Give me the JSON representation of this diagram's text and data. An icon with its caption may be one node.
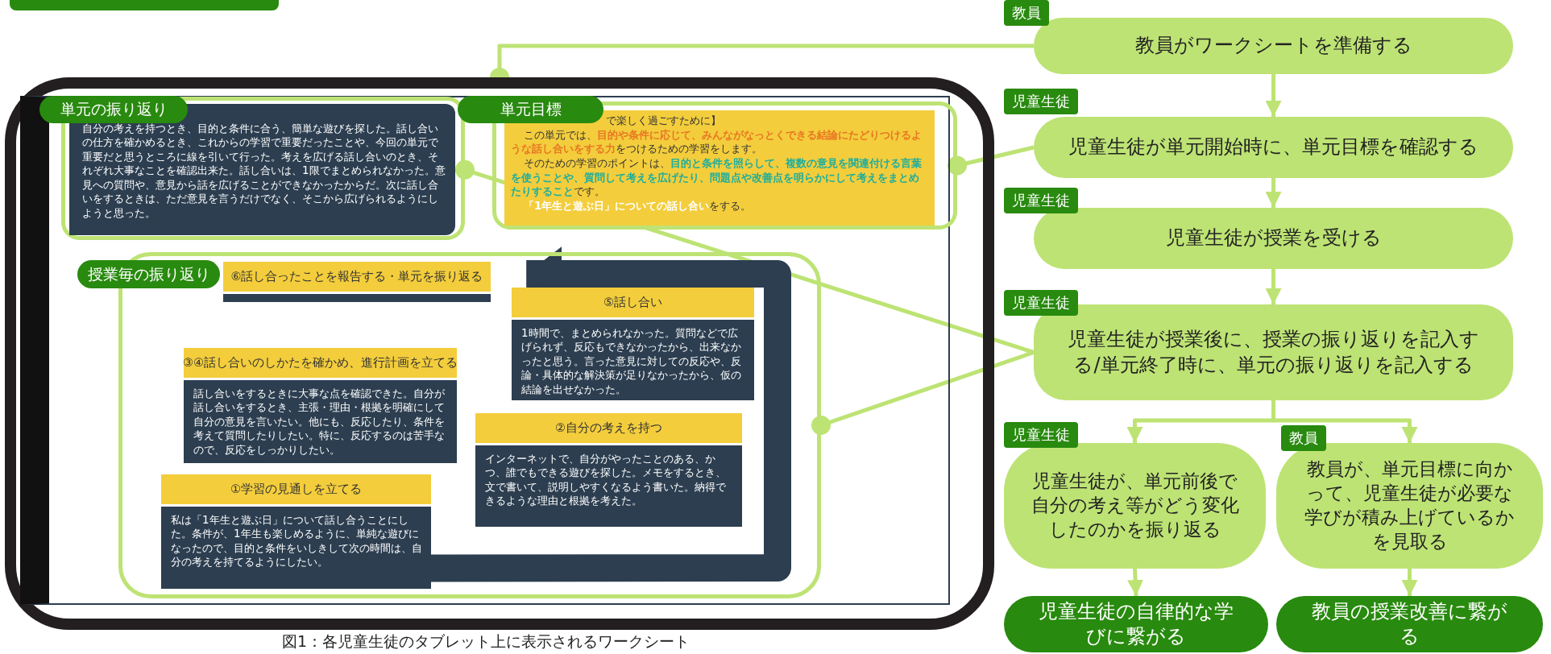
{
  "diagram": {
    "caption": "図1：各児童生徒のタブレット上に表示されるワークシート",
    "nodes": [
      {
        "text": [],
        "shape": "box"
      },
      {
        "text": [
          "単元の振り返り",
          "自分の考えを持つとき、目的と条件に合う、簡単な遊びを探した。話し合いの仕方を確かめるとき、これからの学習で重要だったことや、今回の単元で重要だと思うところに線を引いて行った。考えを広げる話し合いのとき、それぞれ大事なことを確認出来た。話し合いは、1限でまとめられなかった。意見への質問や、意見から話を広げることができなかったからだ。次に話し合いをするときは、ただ意見を言うだけでなく、そこから広げられるようにしようと思った。"
        ],
        "in": 0
      },
      {
        "text": [
          "単元目標",
          "で楽しく過ごすために】",
          "この単元では、**目的や条件に応じて、みんながなっとくできる結論にたどりつけるような話し合いをする力**をつけるための学習をします。",
          "そのための学習のポイントは、**目的と条件を照らして、複数の意見を関連付ける言葉を使うことや、質問して考えを広げたり、問題点や改善点を明らかにして考えをまとめたりすること**です。",
          "**「1年生と遊ぶ日」についての話し合い**をする。"
        ],
        "in": 0
      },
      {
        "text": [
          "授業毎の振り返り"
        ],
        "in": 0
      },
      {
        "text": [
          "⑥話し合ったことを報告する・単元を振り返る"
        ],
        "in": 3
      },
      {
        "text": [
          "⑤話し合い",
          "1時間で、まとめられなかった。質問などで広げられず、反応もできなかったから、出来なかったと思う。言った意見に対しての反応や、反論・具体的な解決策が足りなかったから、仮の結論を出せなかった。"
        ],
        "in": 3
      },
      {
        "text": [
          "③④話し合いのしかたを確かめ、進行計画を立てる",
          "話し合いをするときに大事な点を確認できた。自分が話し合いをするとき、主張・理由・根拠を明確にして自分の意見を言いたい。他にも、反応したり、条件を考えて質問したりしたい。特に、反応するのは苦手なので、反応をしっかりしたい。"
        ],
        "in": 3
      },
      {
        "text": [
          "②自分の考えを持つ",
          "インターネットで、自分がやったことのある、かつ、誰でもできる遊びを探した。メモをするとき、文で書いて、説明しやすくなるよう書いた。納得できるような理由と根拠を考えた。"
        ],
        "in": 3
      },
      {
        "text": [
          "①学習の見通しを立てる",
          "私は「1年生と遊ぶ日」について話し合うことにした。条件が、1年生も楽しめるように、単純な遊びになったので、目的と条件をいしきして次の時間は、自分の考えを持てるようにしたい。"
        ],
        "in": 3
      },
      {
        "text": [
          "教員",
          "教員がワークシートを準備する"
        ]
      },
      {
        "text": [
          "児童生徒",
          "児童生徒が単元開始時に、単元目標を確認する"
        ]
      },
      {
        "text": [
          "児童生徒",
          "児童生徒が授業を受ける"
        ]
      },
      {
        "text": [
          "児童生徒",
          "児童生徒が授業後に、授業の振り返りを記入する/単元終了時に、単元の振り返りを記入する"
        ]
      },
      {
        "text": [
          "児童生徒",
          "児童生徒が、単元前後で自分の考え等がどう変化したのかを振り返る"
        ]
      },
      {
        "text": [
          "教員",
          "教員が、単元目標に向かって、児童生徒が必要な学びが積み上げているかを見取る"
        ]
      },
      {
        "text": [
          "児童生徒の自律的な学びに繋がる"
        ]
      },
      {
        "text": [
          "教員の授業改善に繋がる"
        ]
      }
    ],
    "edges": [
      {
        "from": 9,
        "to": 10,
        "arrow": "to"
      },
      {
        "from": 10,
        "to": 11,
        "arrow": "to"
      },
      {
        "from": 11,
        "to": 12,
        "arrow": "to"
      },
      {
        "from": 12,
        "to": 13,
        "arrow": "to"
      },
      {
        "from": 12,
        "to": 14,
        "arrow": "to"
      },
      {
        "from": 13,
        "to": 15,
        "arrow": "to"
      },
      {
        "from": 14,
        "to": 16,
        "arrow": "to"
      },
      {
        "from": 9,
        "to": 0,
        "arrow": "other"
      },
      {
        "from": 10,
        "to": 2,
        "arrow": "other"
      },
      {
        "from": 12,
        "to": 1,
        "arrow": "other"
      },
      {
        "from": 12,
        "to": 3,
        "arrow": "other"
      },
      {
        "from": 8,
        "to": 4,
        "arrow": "to",
        "style": "thick",
        "color": "#2c3e50"
      }
    ]
  }
}
